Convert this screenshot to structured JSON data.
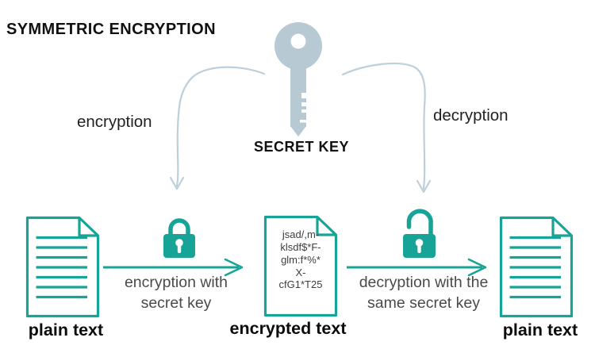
{
  "title": "SYMMETRIC ENCRYPTION",
  "colors": {
    "teal": "#17a496",
    "key_gray": "#b7c9d3",
    "curve_gray": "#bccfda",
    "dark_text": "#111111",
    "gray_text": "#4a4a4a"
  },
  "key": {
    "icon": "key-icon",
    "label": "SECRET KEY"
  },
  "flows": {
    "left_label": "encryption",
    "right_label": "decryption"
  },
  "bottom": {
    "plain_doc_left": {
      "label": "plain text"
    },
    "encrypt_step": {
      "label_line1": "encryption with",
      "label_line2": "secret key",
      "lock_icon": "closed-padlock-icon"
    },
    "encrypted_doc": {
      "label": "encrypted text",
      "lines": [
        "jsad/,m-",
        "klsdf$*F-",
        "glm:f*%*",
        "X-",
        "cfG1*T25"
      ]
    },
    "decrypt_step": {
      "label_line1": "decryption with the",
      "label_line2": "same secret key",
      "lock_icon": "open-padlock-icon"
    },
    "plain_doc_right": {
      "label": "plain text"
    }
  }
}
